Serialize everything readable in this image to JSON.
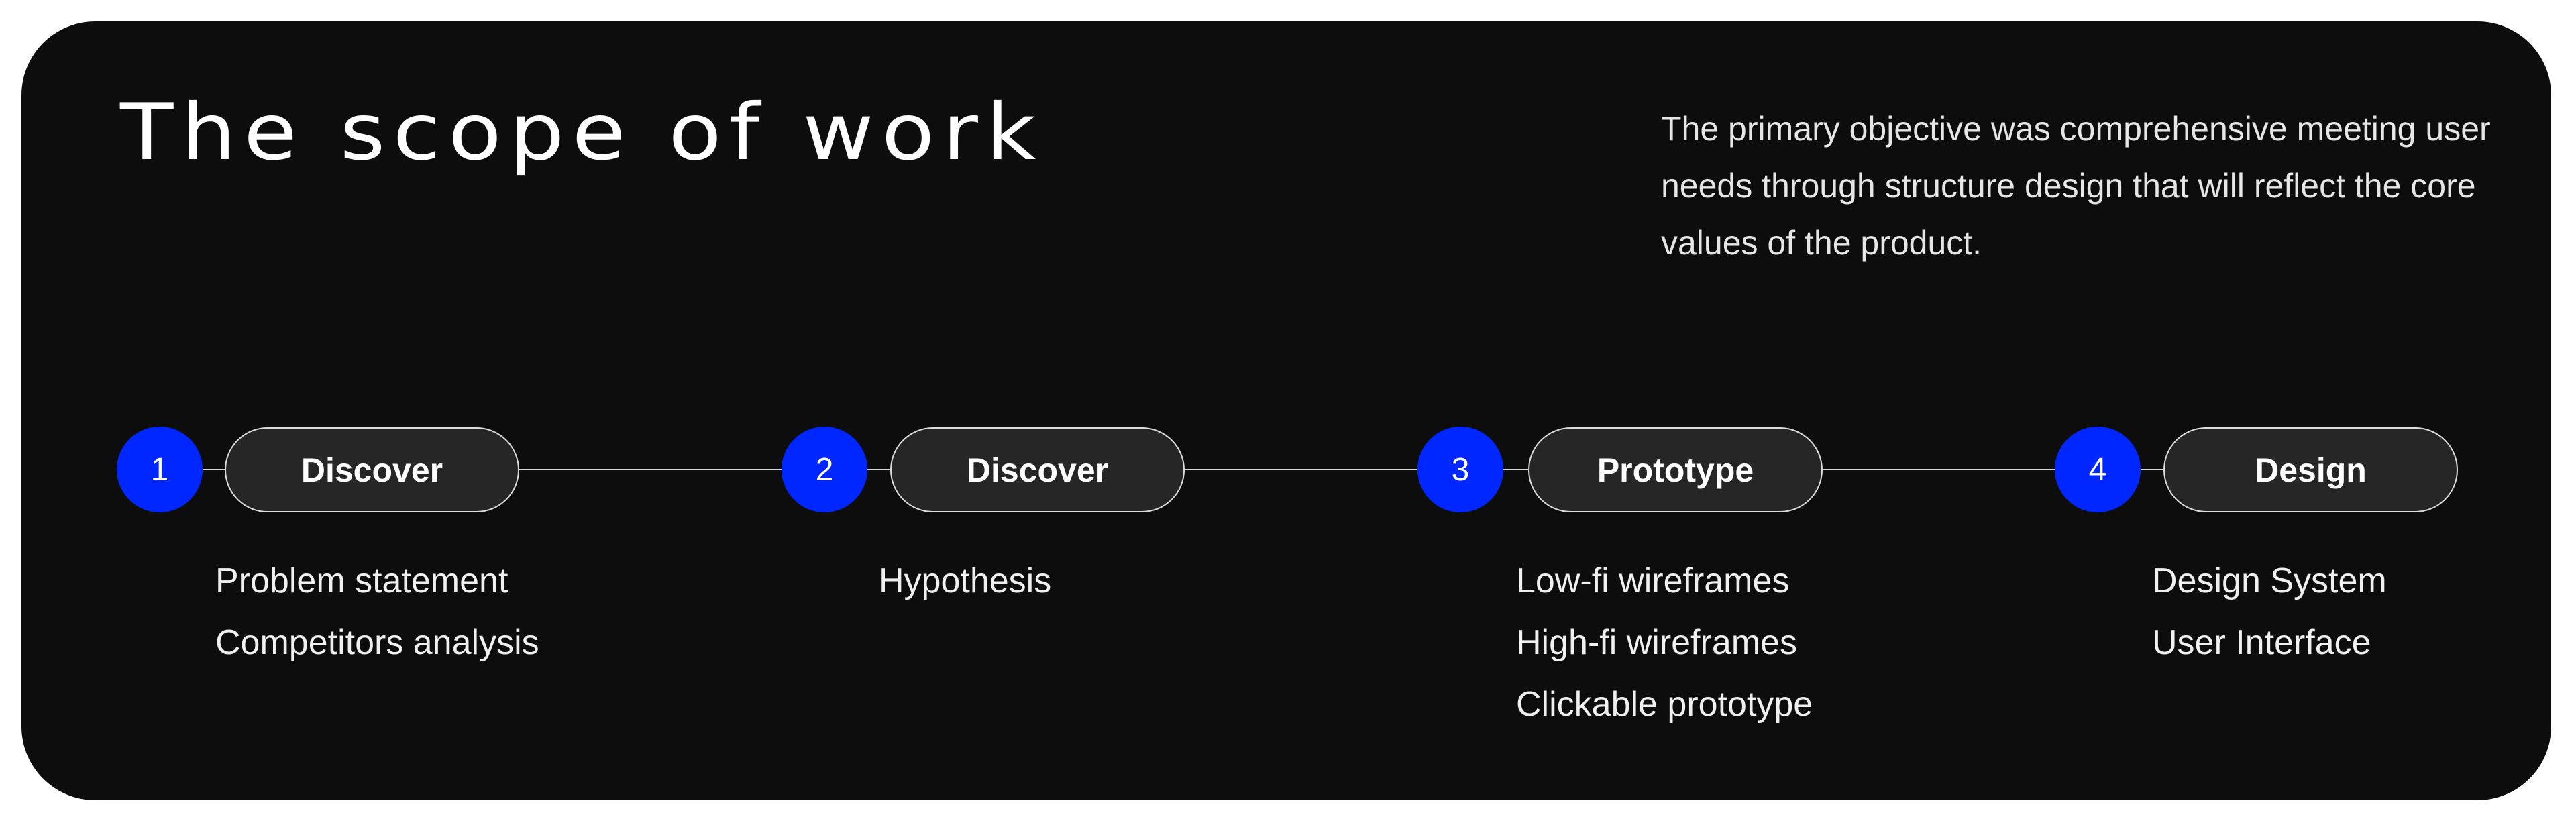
{
  "title": "The scope of work",
  "description": "The primary objective was comprehensive meeting user needs through structure design that will reflect the core values of the product.",
  "colors": {
    "accent": "#0027ff",
    "background": "#0d0d0d",
    "pill": "#262626"
  },
  "steps": [
    {
      "number": "1",
      "label": "Discover",
      "items": [
        "Problem statement",
        "Competitors analysis"
      ]
    },
    {
      "number": "2",
      "label": "Discover",
      "items": [
        "Hypothesis"
      ]
    },
    {
      "number": "3",
      "label": "Prototype",
      "items": [
        "Low-fi wireframes",
        "High-fi wireframes",
        "Clickable prototype"
      ]
    },
    {
      "number": "4",
      "label": "Design",
      "items": [
        "Design System",
        "User Interface"
      ]
    }
  ]
}
